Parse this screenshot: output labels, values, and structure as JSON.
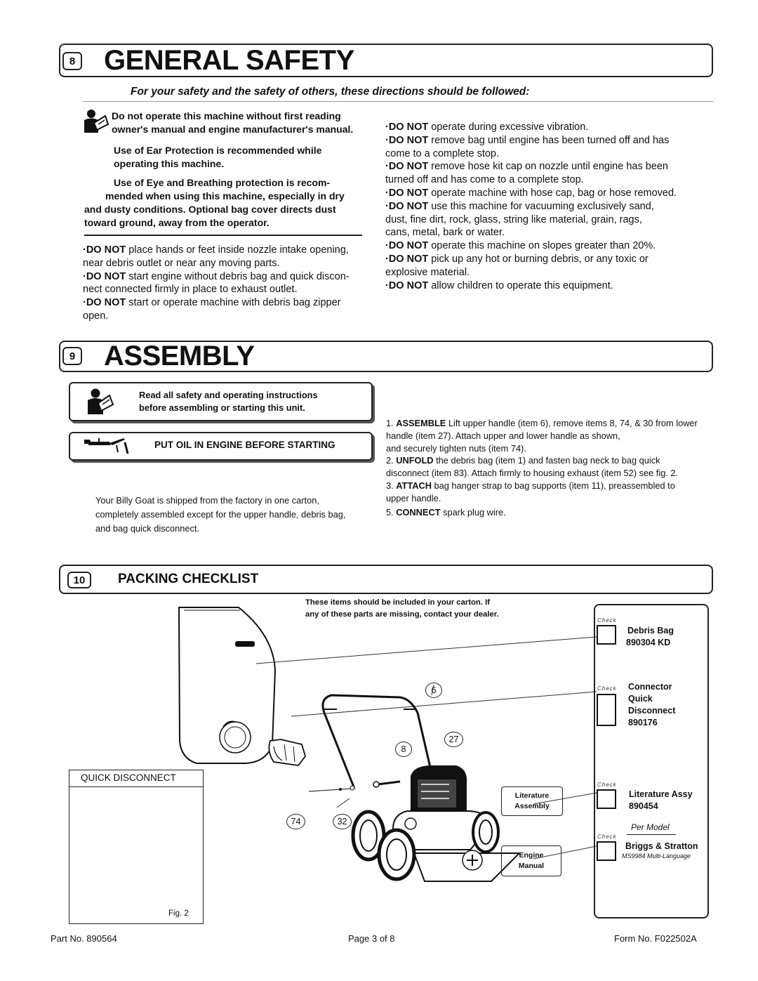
{
  "general_safety": {
    "number": "8",
    "title": "GENERAL SAFETY",
    "intro": "For your safety and the safety of others, these directions should be followed:",
    "warn_read": [
      "Do not operate this machine without first reading",
      "owner's manual and engine manufacturer's manual."
    ],
    "warn_ear": [
      "Use of Ear Protection is recommended while",
      "operating this machine."
    ],
    "warn_eye": [
      "Use of Eye and Breathing protection is recom-",
      "mended when using this machine, especially in dry",
      "and dusty conditions. Optional bag cover directs dust",
      "toward ground, away from the operator."
    ],
    "left_rules": [
      {
        "prefix": "·DO NOT",
        "text": " place hands or feet inside nozzle intake opening,"
      },
      {
        "prefix": "",
        "text": "near   debris outlet or near any moving parts."
      },
      {
        "prefix": "·DO NOT",
        "text": " start engine without debris bag and quick discon-"
      },
      {
        "prefix": "",
        "text": "nect connected firmly in place to exhaust outlet."
      },
      {
        "prefix": "·DO NOT",
        "text": " start or operate machine with debris bag zipper"
      },
      {
        "prefix": "",
        "text": "open."
      }
    ],
    "right_rules": [
      {
        "prefix": "·DO NOT",
        "text": " operate during excessive vibration."
      },
      {
        "prefix": "·DO NOT",
        "text": " remove bag until engine has been turned off and has"
      },
      {
        "prefix": "",
        "text": " come to a complete stop."
      },
      {
        "prefix": "·DO NOT",
        "text": " remove hose kit cap on nozzle until engine has been"
      },
      {
        "prefix": "",
        "text": " turned off and has come to a complete stop."
      },
      {
        "prefix": "·DO NOT",
        "text": " operate machine with hose cap, bag or hose removed."
      },
      {
        "prefix": "·DO NOT",
        "text": " use this machine for vacuuming exclusively sand,"
      },
      {
        "prefix": "",
        "text": " dust, fine dirt, rock, glass, string like material, grain, rags,"
      },
      {
        "prefix": "",
        "text": " cans, metal, bark or water."
      },
      {
        "prefix": "·DO NOT",
        "text": " operate this machine on slopes greater than 20%."
      },
      {
        "prefix": "·DO NOT",
        "text": " pick up any hot or burning debris, or any toxic or"
      },
      {
        "prefix": "",
        "text": " explosive material."
      },
      {
        "prefix": "·DO NOT",
        "text": " allow children to operate this equipment."
      }
    ]
  },
  "assembly": {
    "number": "9",
    "title": "ASSEMBLY",
    "read_box": [
      "Read all safety and operating instructions",
      "before assembling or starting this unit."
    ],
    "oil_box": "PUT OIL IN ENGINE BEFORE  STARTING",
    "shipped": [
      "Your Billy Goat is shipped from the factory in one carton,",
      "completely assembled except for the upper handle, debris bag,",
      "and bag quick disconnect."
    ],
    "steps": [
      {
        "prefix": "1. ",
        "keyword": "ASSEMBLE",
        "text": " Lift upper handle (item 6), remove items 8, 74, & 30 from lower"
      },
      {
        "prefix": "",
        "keyword": "",
        "text": "handle (item 27).  Attach upper and lower handle as shown,"
      },
      {
        "prefix": "",
        "keyword": "",
        "text": "and securely tighten nuts (item 74)."
      },
      {
        "prefix": "2. ",
        "keyword": "UNFOLD",
        "text": " the debris bag (item 1) and fasten bag neck to bag quick"
      },
      {
        "prefix": "",
        "keyword": "",
        "text": "disconnect (item 83).  Attach firmly to housing exhaust (item 52) see fig. 2."
      },
      {
        "prefix": "3. ",
        "keyword": "ATTACH",
        "text": " bag hanger strap to bag supports (item 11), preassembled to"
      },
      {
        "prefix": "",
        "keyword": "",
        "text": "upper handle."
      },
      {
        "prefix": "5. ",
        "keyword": "CONNECT",
        "text": " spark plug wire."
      }
    ]
  },
  "packing": {
    "number": "10",
    "title": "PACKING CHECKLIST",
    "note": [
      "These items should be included in your carton.  If",
      "any of these parts are missing, contact your dealer."
    ],
    "quick_disconnect_label": "QUICK DISCONNECT",
    "fig_label": "Fig. 2",
    "callouts": [
      "6",
      "27",
      "8",
      "74",
      "32"
    ],
    "literature_label": [
      "Literature",
      "Assembly"
    ],
    "engine_label": [
      "Engine",
      "Manual"
    ],
    "check_word": "Check",
    "items": [
      {
        "lines": [
          "Debris Bag",
          "890304  KD"
        ]
      },
      {
        "lines": [
          "Connector",
          "Quick",
          "Disconnect",
          "890176"
        ]
      },
      {
        "lines": [
          "Literature  Assy",
          "890454"
        ]
      },
      {
        "lines": [
          "Briggs  &  Stratton"
        ]
      }
    ],
    "per_model": "Per Model",
    "ms_note": "MS9984 Multi-Language"
  },
  "footer": {
    "part": "Part No. 890564",
    "page": "Page 3 of 8",
    "form": "Form No. F022502A"
  }
}
